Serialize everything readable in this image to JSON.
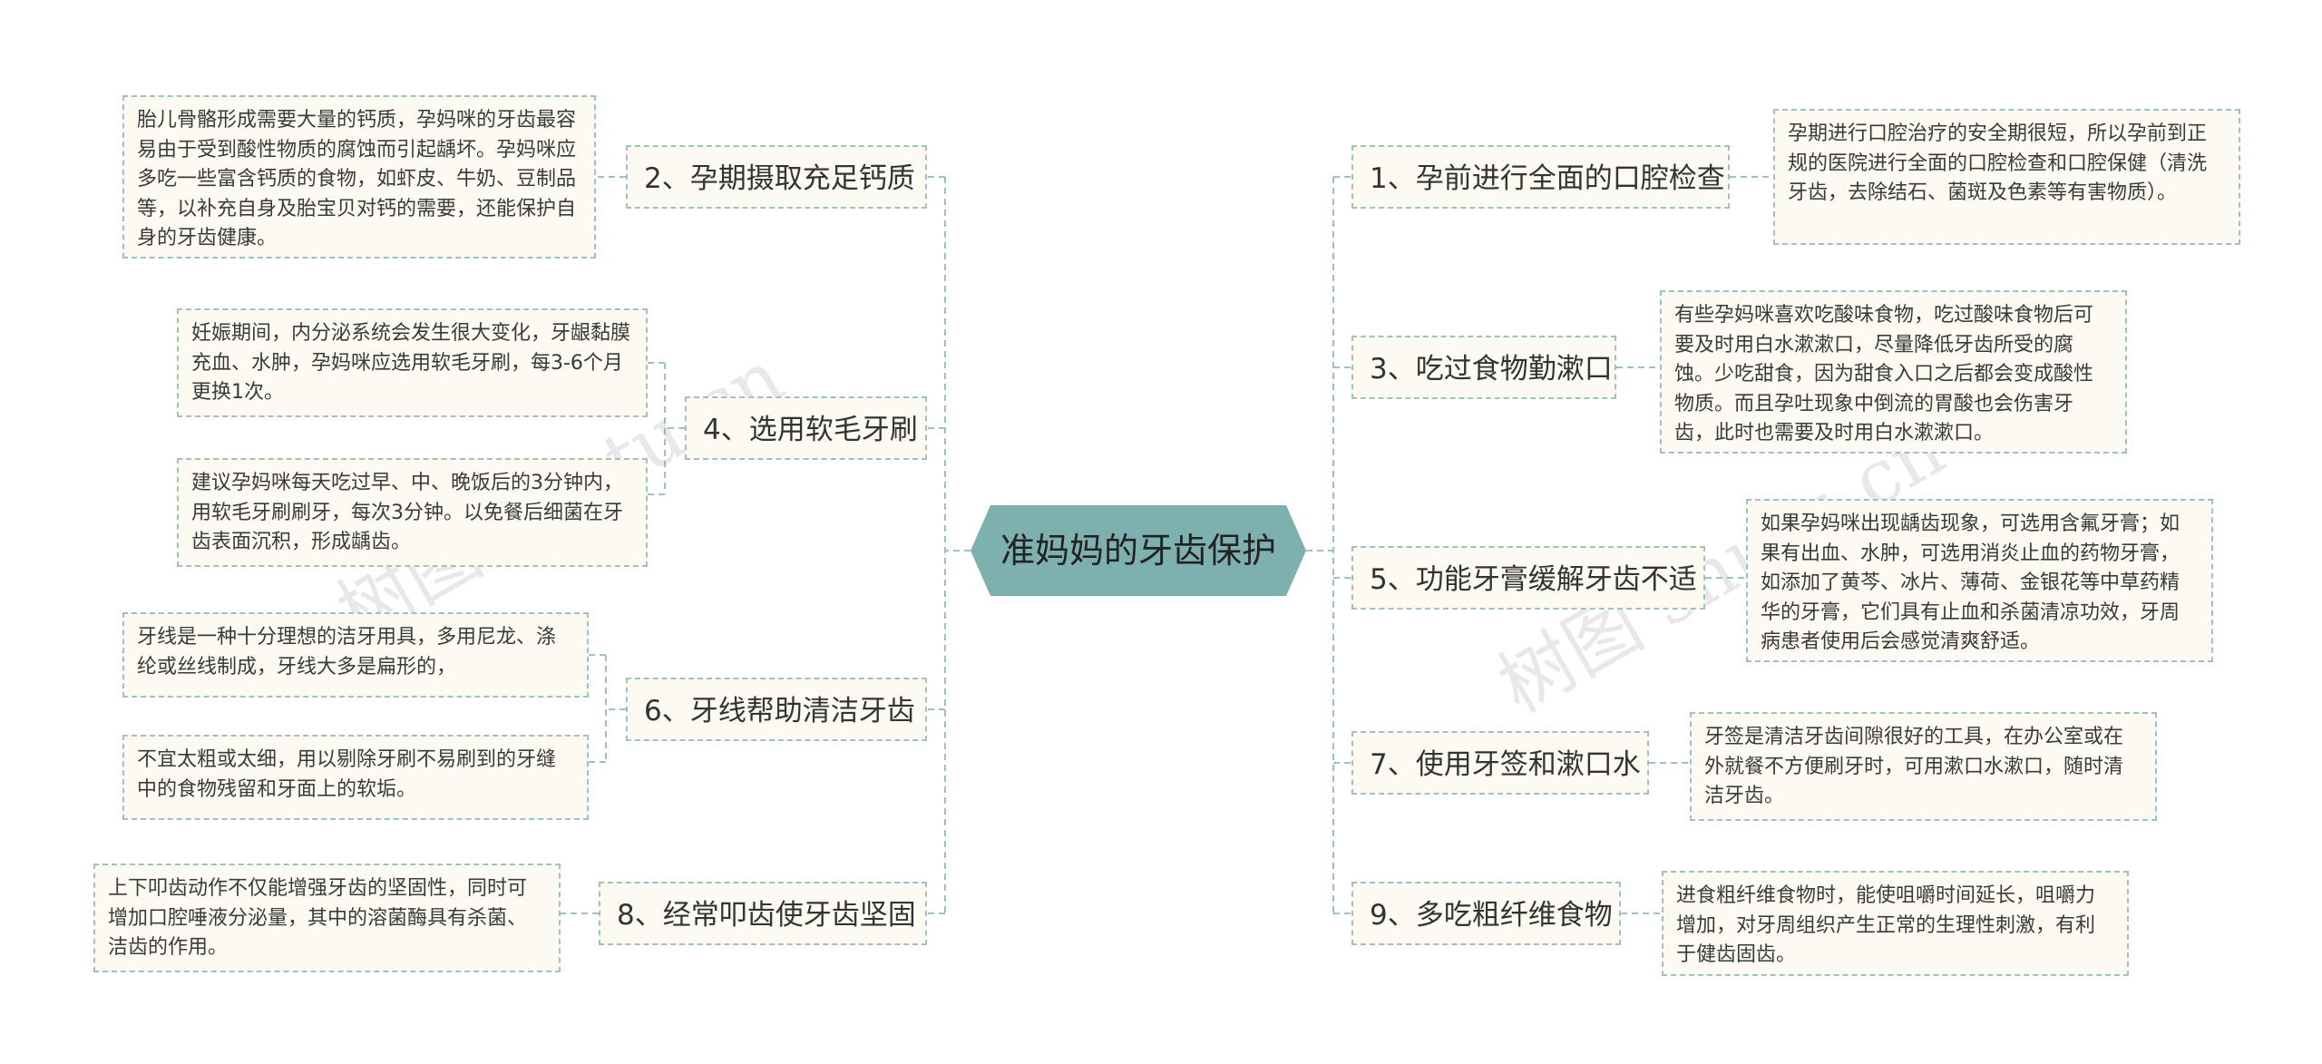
{
  "colors": {
    "accent": "#7eb0b0",
    "node_bg": "#fdfaf2",
    "line": "#9cc3bf"
  },
  "center": {
    "title": "准妈妈的牙齿保护"
  },
  "branches": {
    "b1": {
      "label": "1、孕前进行全面的口腔检查",
      "details": [
        "孕期进行口腔治疗的安全期很短，所以孕前到正规的医院进行全面的口腔检查和口腔保健（清洗牙齿，去除结石、菌斑及色素等有害物质）。"
      ]
    },
    "b2": {
      "label": "2、孕期摄取充足钙质",
      "details": [
        "胎儿骨骼形成需要大量的钙质，孕妈咪的牙齿最容易由于受到酸性物质的腐蚀而引起龋坏。孕妈咪应多吃一些富含钙质的食物，如虾皮、牛奶、豆制品等，以补充自身及胎宝贝对钙的需要，还能保护自身的牙齿健康。"
      ]
    },
    "b3": {
      "label": "3、吃过食物勤漱口",
      "details": [
        "有些孕妈咪喜欢吃酸味食物，吃过酸味食物后可要及时用白水漱漱口，尽量降低牙齿所受的腐蚀。少吃甜食，因为甜食入口之后都会变成酸性物质。而且孕吐现象中倒流的胃酸也会伤害牙齿，此时也需要及时用白水漱漱口。"
      ]
    },
    "b4": {
      "label": "4、选用软毛牙刷",
      "details": [
        "妊娠期间，内分泌系统会发生很大变化，牙龈黏膜充血、水肿，孕妈咪应选用软毛牙刷，每3-6个月更换1次。",
        "建议孕妈咪每天吃过早、中、晚饭后的3分钟内，用软毛牙刷刷牙，每次3分钟。以免餐后细菌在牙齿表面沉积，形成龋齿。"
      ]
    },
    "b5": {
      "label": "5、功能牙膏缓解牙齿不适",
      "details": [
        "如果孕妈咪出现龋齿现象，可选用含氟牙膏；如果有出血、水肿，可选用消炎止血的药物牙膏，如添加了黄芩、冰片、薄荷、金银花等中草药精华的牙膏，它们具有止血和杀菌清凉功效，牙周病患者使用后会感觉清爽舒适。"
      ]
    },
    "b6": {
      "label": "6、牙线帮助清洁牙齿",
      "details": [
        "牙线是一种十分理想的洁牙用具，多用尼龙、涤纶或丝线制成，牙线大多是扁形的，",
        "不宜太粗或太细，用以剔除牙刷不易刷到的牙缝中的食物残留和牙面上的软垢。"
      ]
    },
    "b7": {
      "label": "7、使用牙签和漱口水",
      "details": [
        "牙签是清洁牙齿间隙很好的工具，在办公室或在外就餐不方便刷牙时，可用漱口水漱口，随时清洁牙齿。"
      ]
    },
    "b8": {
      "label": "8、经常叩齿使牙齿坚固",
      "details": [
        "上下叩齿动作不仅能增强牙齿的坚固性，同时可增加口腔唾液分泌量，其中的溶菌酶具有杀菌、洁齿的作用。"
      ]
    },
    "b9": {
      "label": "9、多吃粗纤维食物",
      "details": [
        "进食粗纤维食物时，能使咀嚼时间延长，咀嚼力增加，对牙周组织产生正常的生理性刺激，有利于健齿固齿。"
      ]
    }
  },
  "watermarks": [
    "树图 shutu.cn",
    "树图 shutu.cn"
  ]
}
